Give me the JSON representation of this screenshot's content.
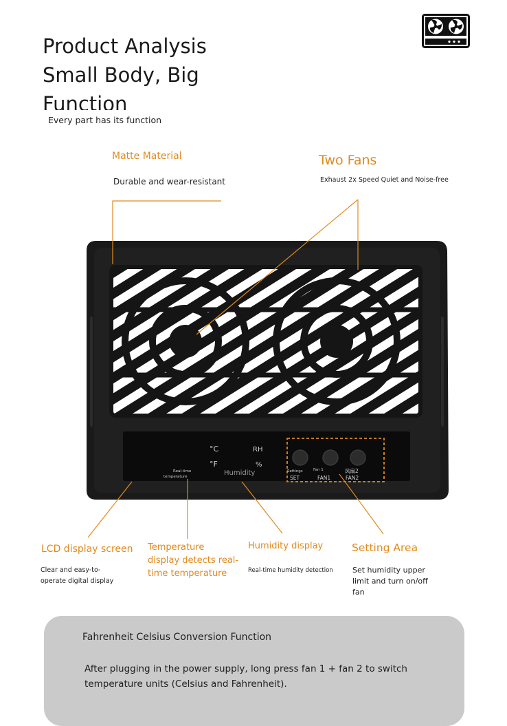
{
  "header": {
    "title_lines": [
      "Product Analysis",
      "Small Body, Big",
      "Function"
    ],
    "subtitle": "Every part has its function"
  },
  "callouts": {
    "matte": {
      "title": "Matte Material",
      "desc": "Durable and wear-resistant"
    },
    "fans": {
      "title": "Two Fans",
      "desc": "Exhaust 2x Speed Quiet and Noise-free"
    },
    "lcd": {
      "title": "LCD display screen",
      "desc_lines": [
        "Clear and easy-to-",
        "operate digital display"
      ]
    },
    "temperature": {
      "title_lines": [
        "Temperature",
        "display detects real-",
        "time temperature"
      ]
    },
    "humidity": {
      "title": "Humidity display",
      "desc": "Real-time humidity detection"
    },
    "setting": {
      "title": "Setting Area",
      "desc_lines": [
        "Set humidity upper",
        "limit and turn on/off",
        "fan"
      ]
    }
  },
  "device": {
    "unit_c": "°C",
    "unit_f": "°F",
    "rh": "RH",
    "percent": "%",
    "humidity_label": "Humidity",
    "realtime_label": "Real-time",
    "temperature_label": "temperature",
    "settings_label": "Settings",
    "fan1_small": "Fan 1",
    "fan2_small": "风扇2",
    "set_label": "SET",
    "fan1_label": "FAN1",
    "fan2_label": "FAN2"
  },
  "info": {
    "title": "Fahrenheit Celsius Conversion Function",
    "text_lines": [
      "After plugging in the power supply, long press fan 1 + fan 2 to switch",
      "temperature units (Celsius and Fahrenheit)."
    ]
  },
  "colors": {
    "accent": "#e08a1e",
    "device_body": "#1a1a1a",
    "info_box": "#cacaca"
  },
  "icons": {
    "logo": "twin-fan-device-icon"
  }
}
